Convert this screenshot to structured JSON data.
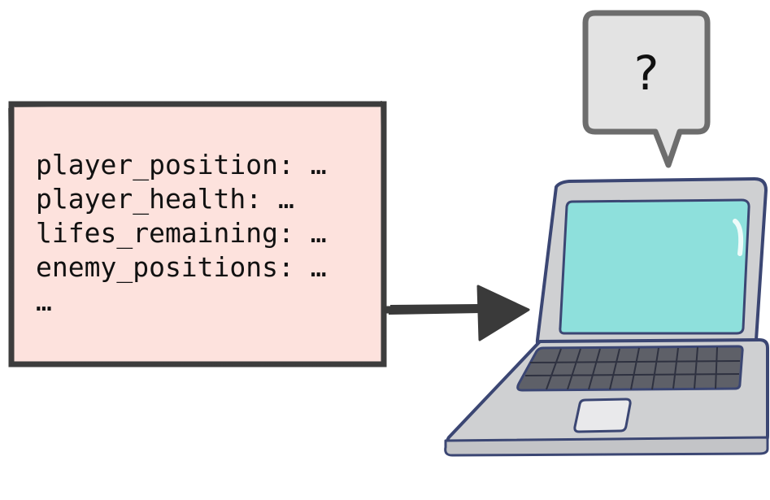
{
  "state_box": {
    "lines": [
      "player_position: …",
      "player_health: …",
      "lifes_remaining: …",
      "enemy_positions: …",
      "…"
    ]
  },
  "speech_bubble": {
    "text": "?"
  },
  "colors": {
    "box_fill": "#fde2dd",
    "box_border": "#3d3d3d",
    "arrow": "#3a3a3a",
    "bubble_fill": "#e3e3e3",
    "bubble_border": "#6d6d6d",
    "laptop_body": "#cfd0d2",
    "laptop_outline": "#3b4673",
    "screen": "#8ee0dc",
    "keyboard": "#5e6068"
  },
  "icons": {
    "computer": "laptop-icon",
    "speech": "speech-bubble-icon",
    "arrow": "arrow-right-icon"
  }
}
